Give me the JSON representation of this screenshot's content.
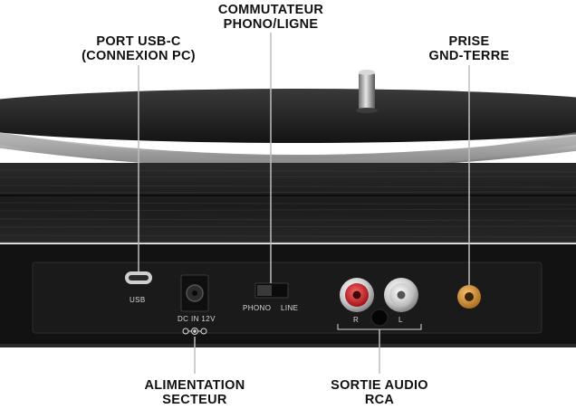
{
  "callouts": {
    "usb": {
      "line1": "PORT USB-C",
      "line2": "(CONNEXION PC)"
    },
    "switch": {
      "line1": "COMMUTATEUR",
      "line2": "PHONO/LIGNE"
    },
    "ground": {
      "line1": "PRISE",
      "line2": "GND-TERRE"
    },
    "power": {
      "line1": "ALIMENTATION",
      "line2": "SECTEUR"
    },
    "audio": {
      "line1": "SORTIE AUDIO",
      "line2": "RCA"
    }
  },
  "panel_labels": {
    "usb": "USB",
    "dc": "DC IN 12V",
    "phono": "PHONO",
    "line": "LINE",
    "right": "R",
    "left": "L"
  },
  "colors": {
    "rca_right": "#c8262a",
    "rca_left": "#e8e8e8",
    "ground_jack": "#d08a2a",
    "callout_line": "#bdbdbd"
  }
}
